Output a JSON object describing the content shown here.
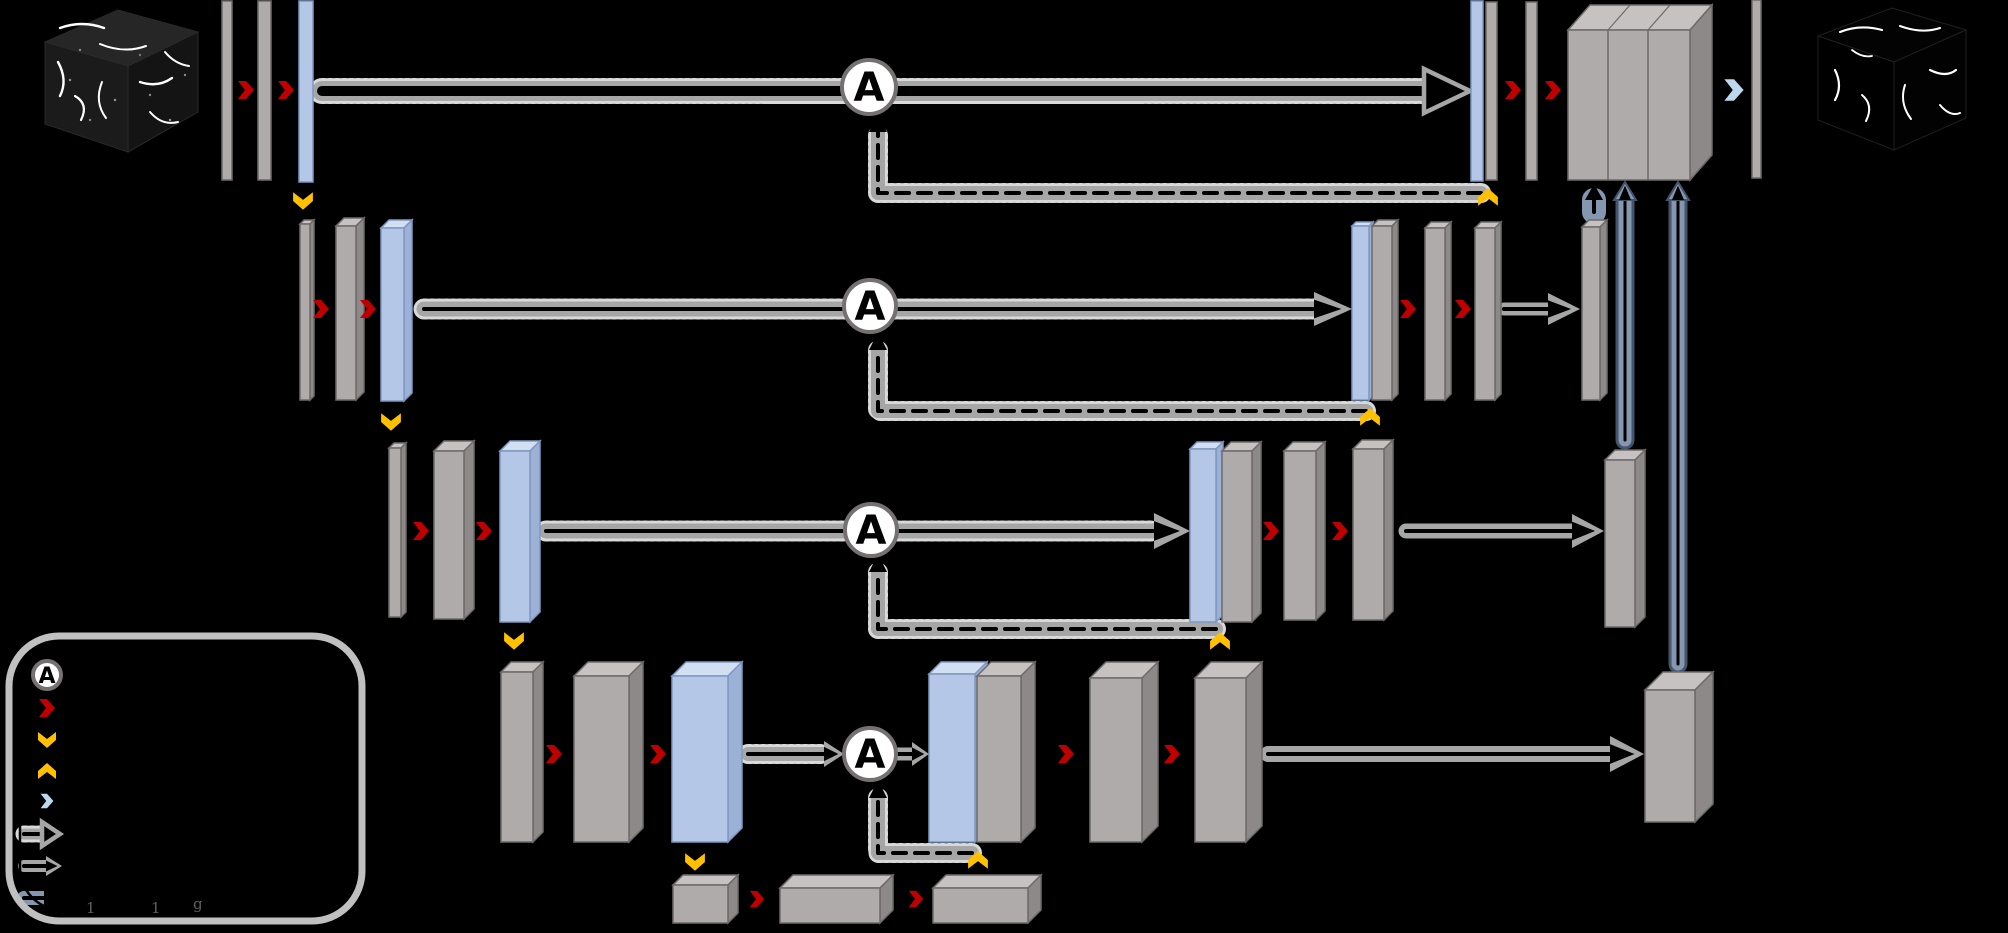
{
  "diagram": {
    "description": "3D attention U-Net encoder-decoder architecture with skip connections",
    "levels": 4,
    "bottleneck_blocks": 3,
    "gates": [
      {
        "label": "A"
      },
      {
        "label": "A"
      },
      {
        "label": "A"
      },
      {
        "label": "A"
      }
    ]
  },
  "input_image": {
    "name": "input-volume-cube"
  },
  "output_image": {
    "name": "segmented-volume-cube"
  },
  "legend": {
    "gate_glyph": "A",
    "symbols": [
      "attention-gate",
      "convolution-chevron-red",
      "downsampling-chevron-yellow",
      "upsampling-chevron-yellow",
      "final-convolution-chevron-lightblue",
      "skip-connection-hollow-arrow",
      "forward-cased-arrow",
      "up-convolution-slate-arrow"
    ],
    "text_fragments": [
      "1",
      "1",
      "g"
    ]
  },
  "colors": {
    "background": "#000000",
    "conv_block_gray": "#b0abab",
    "conv_block_gray_top": "#c6c2c2",
    "conv_block_gray_side": "#8e8989",
    "conv_block_outline": "#6e6a6a",
    "pool_block_blue": "#b4c7e7",
    "pool_block_blue_top": "#d2def2",
    "pool_block_blue_side": "#9cb1d6",
    "pool_block_blue_outline": "#7e97c2",
    "conv_chevron_red": "#c00000",
    "sample_chevron_yellow": "#ffc000",
    "final_chevron_lightblue": "#bdd7ee",
    "arrow_casing_gray": "#a6a6a6",
    "upconv_arrow_slate": "#8496b0",
    "upconv_arrow_slate_dark": "#44546a"
  }
}
